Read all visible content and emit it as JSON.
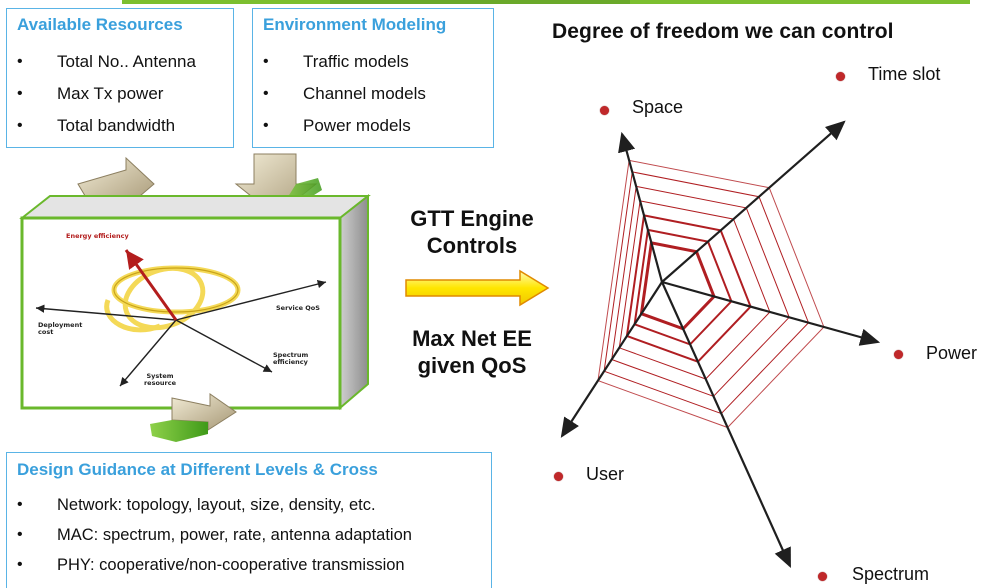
{
  "available_resources": {
    "title": "Available Resources",
    "items": [
      "Total No.. Antenna",
      "Max Tx power",
      "Total bandwidth"
    ]
  },
  "environment_modeling": {
    "title": "Environment Modeling",
    "items": [
      "Traffic models",
      "Channel models",
      "Power models"
    ]
  },
  "design_guidance": {
    "title": "Design Guidance at Different Levels & Cross",
    "items": [
      "Network: topology, layout, size, density, etc.",
      "MAC: spectrum, power, rate, antenna adaptation",
      "PHY: cooperative/non-cooperative transmission"
    ]
  },
  "engine": {
    "line1": "GTT Engine",
    "line2": "Controls",
    "line3": "Max Net EE",
    "line4": "given QoS"
  },
  "tradeoff_box": {
    "energy_efficiency": "Energy efficiency",
    "service_qos": "Service QoS",
    "deployment_cost": "Deployment cost",
    "spectrum_efficiency": "Spectrum efficiency",
    "system_resource": "System resource"
  },
  "radar": {
    "title": "Degree of freedom we can control",
    "axes": {
      "time_slot": "Time slot",
      "space": "Space",
      "power": "Power",
      "user": "User",
      "spectrum": "Spectrum"
    },
    "line_color": "#b01e22",
    "arrow_color": "#1f1f1f"
  },
  "colors": {
    "panel_border": "#5ab4e6",
    "panel_title": "#3aa0dc",
    "box_border": "#6ab82c",
    "engine_arrow": "#ffe600"
  }
}
